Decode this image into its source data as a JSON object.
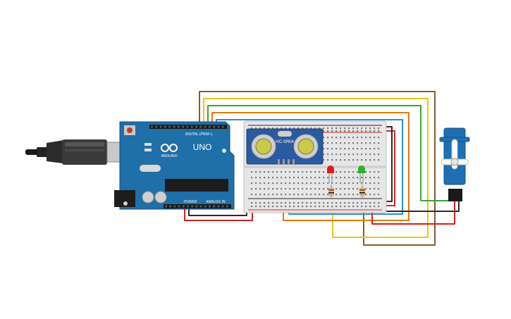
{
  "arduino": {
    "model_label": "UNO",
    "brand_label": "ARDUINO",
    "digital_label": "DIGITAL (PWM~)",
    "power_label": "POWER",
    "analog_label": "ANALOG IN",
    "board_color": "#1f6fa8"
  },
  "sensor": {
    "model_label": "HC-SR04",
    "board_color": "#2a5aa0"
  },
  "leds": [
    {
      "color": "#d81f1f"
    },
    {
      "color": "#2bb32b"
    }
  ],
  "wire_colors": {
    "brown": "#8b5a2b",
    "yellow": "#e8c51a",
    "green": "#3aa63a",
    "orange": "#e07a10",
    "blue": "#2b8fd0",
    "red": "#d42020",
    "black": "#2a2a2a"
  },
  "icons": [
    "usb-plug-icon",
    "reset-button-icon",
    "arduino-logo-icon",
    "servo-horn-icon"
  ]
}
